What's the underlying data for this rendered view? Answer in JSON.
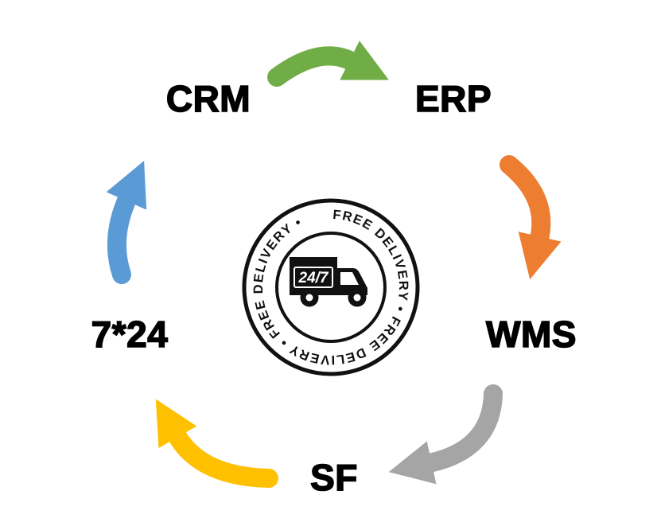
{
  "diagram": {
    "nodes": {
      "crm": {
        "label": "CRM"
      },
      "erp": {
        "label": "ERP"
      },
      "wms": {
        "label": "WMS"
      },
      "sf": {
        "label": "SF"
      },
      "seven_24": {
        "label": "7*24"
      }
    },
    "arrows": {
      "crm_to_erp": {
        "color": "#70AD47"
      },
      "erp_to_wms": {
        "color": "#ED7D31"
      },
      "wms_to_sf": {
        "color": "#A5A5A5"
      },
      "sf_to_seven_24": {
        "color": "#FFC000"
      },
      "seven_24_to_crm": {
        "color": "#5B9BD5"
      }
    }
  },
  "badge": {
    "ring_text": "FREE DELIVERY • FREE DELIVERY • FREE DELIVERY •",
    "truck_label": "24/7",
    "ink_color": "#111111"
  },
  "page": {
    "background": "#ffffff",
    "text_color": "#000000"
  }
}
